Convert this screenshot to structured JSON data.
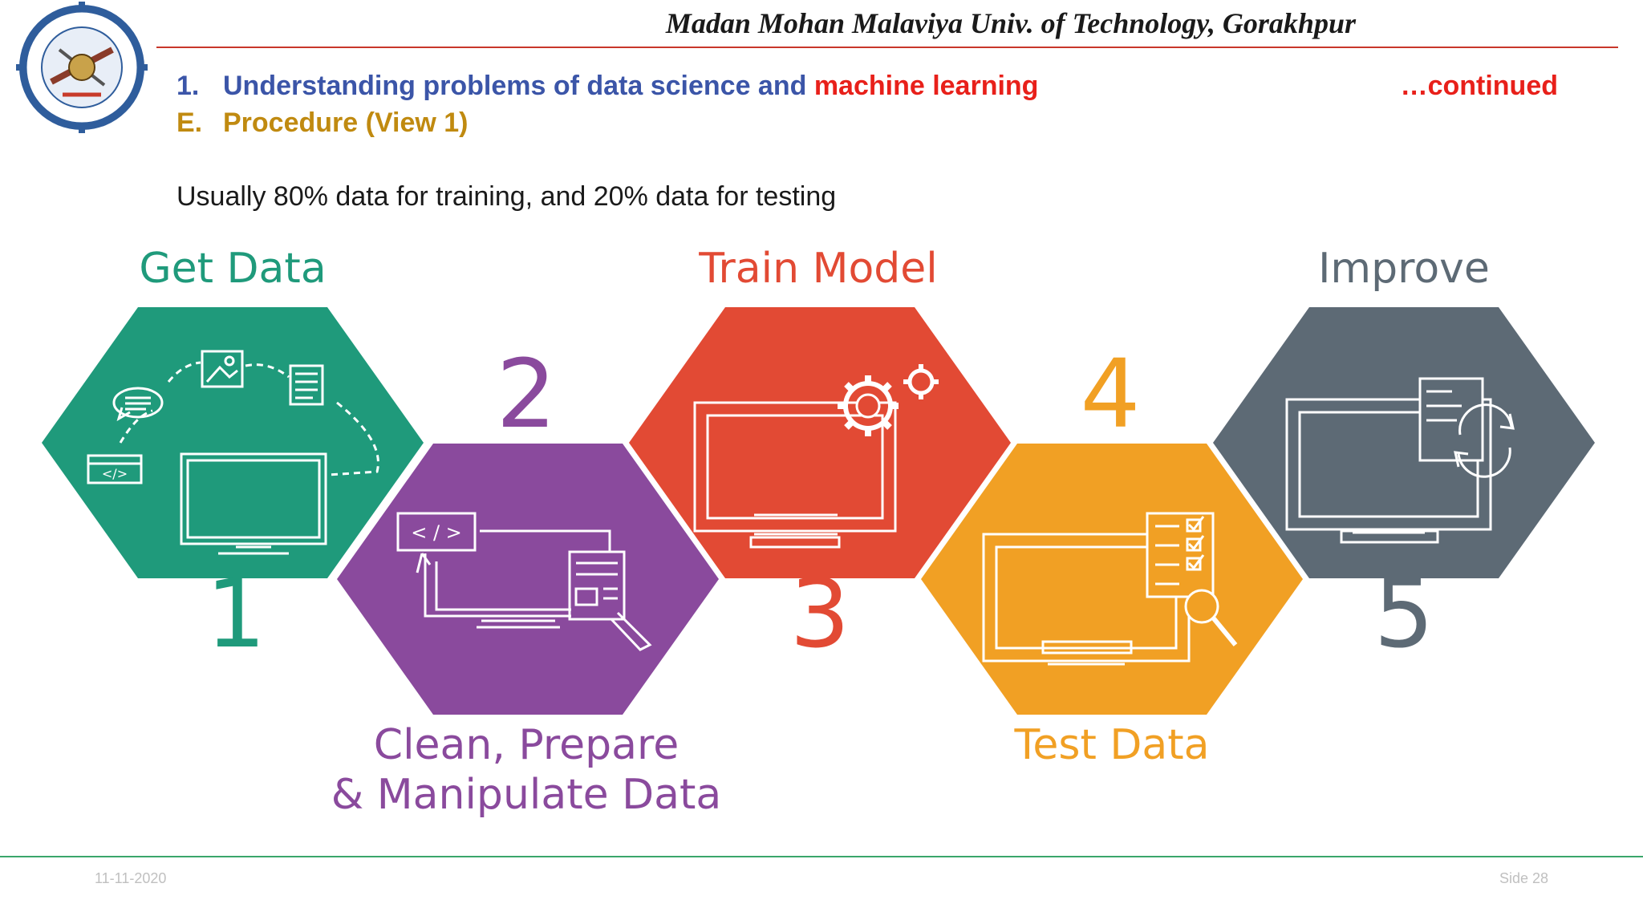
{
  "header": {
    "institution": "Madan Mohan Malaviya Univ. of Technology, Gorakhpur",
    "logo_icon": "university-seal"
  },
  "heading": {
    "item1_number": "1.",
    "item1_text": "Understanding problems of data science and ",
    "item1_highlight": "machine learning",
    "continued": "…continued",
    "item2_number": "E.",
    "item2_text": "Procedure (View 1)"
  },
  "body_text": "Usually 80% data for training, and 20% data for testing",
  "steps": [
    {
      "number": "1",
      "label": "Get Data",
      "color": "#1f9a7b",
      "icon": "data-sources-monitor-icon"
    },
    {
      "number": "2",
      "label_line1": "Clean, Prepare",
      "label_line2": "& Manipulate Data",
      "color": "#8a4a9d",
      "icon": "code-form-edit-icon"
    },
    {
      "number": "3",
      "label": "Train Model",
      "color": "#e24a34",
      "icon": "monitor-gears-icon"
    },
    {
      "number": "4",
      "label": "Test Data",
      "color": "#f1a024",
      "icon": "monitor-checklist-search-icon"
    },
    {
      "number": "5",
      "label": "Improve",
      "color": "#5d6a75",
      "icon": "monitor-refresh-icon"
    }
  ],
  "footer": {
    "date": "11-11-2020",
    "slide": "Side 28"
  }
}
